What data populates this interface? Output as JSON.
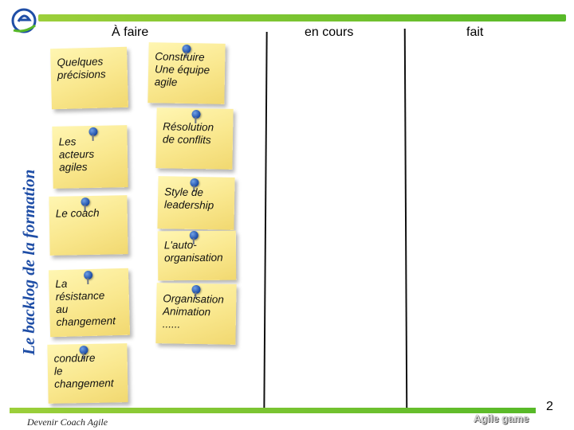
{
  "board": {
    "side_title": "Le backlog de la formation",
    "columns": [
      {
        "label": "À faire"
      },
      {
        "label": "en cours"
      },
      {
        "label": "fait"
      }
    ]
  },
  "notes": [
    {
      "text": "Quelques\nprécisions"
    },
    {
      "text": "Construire\nUne équipe\nagile"
    },
    {
      "text": "Les\nacteurs\nagiles"
    },
    {
      "text": "Résolution\nde conflits"
    },
    {
      "text": "Le coach"
    },
    {
      "text": "Style de\nleadership"
    },
    {
      "text": "L'auto-\norganisation"
    },
    {
      "text": "La\nrésistance\nau\nchangement"
    },
    {
      "text": "Organisation\nAnimation\n......"
    },
    {
      "text": "conduire\nle\nchangement"
    }
  ],
  "footer": {
    "left": "Devenir Coach Agile",
    "right": "Agile game",
    "page": "2"
  },
  "colors": {
    "accent_green": "#57b928",
    "title_blue": "#1f4ea6",
    "note_yellow": "#f9e78d",
    "pin_blue": "#1f4fa8"
  }
}
